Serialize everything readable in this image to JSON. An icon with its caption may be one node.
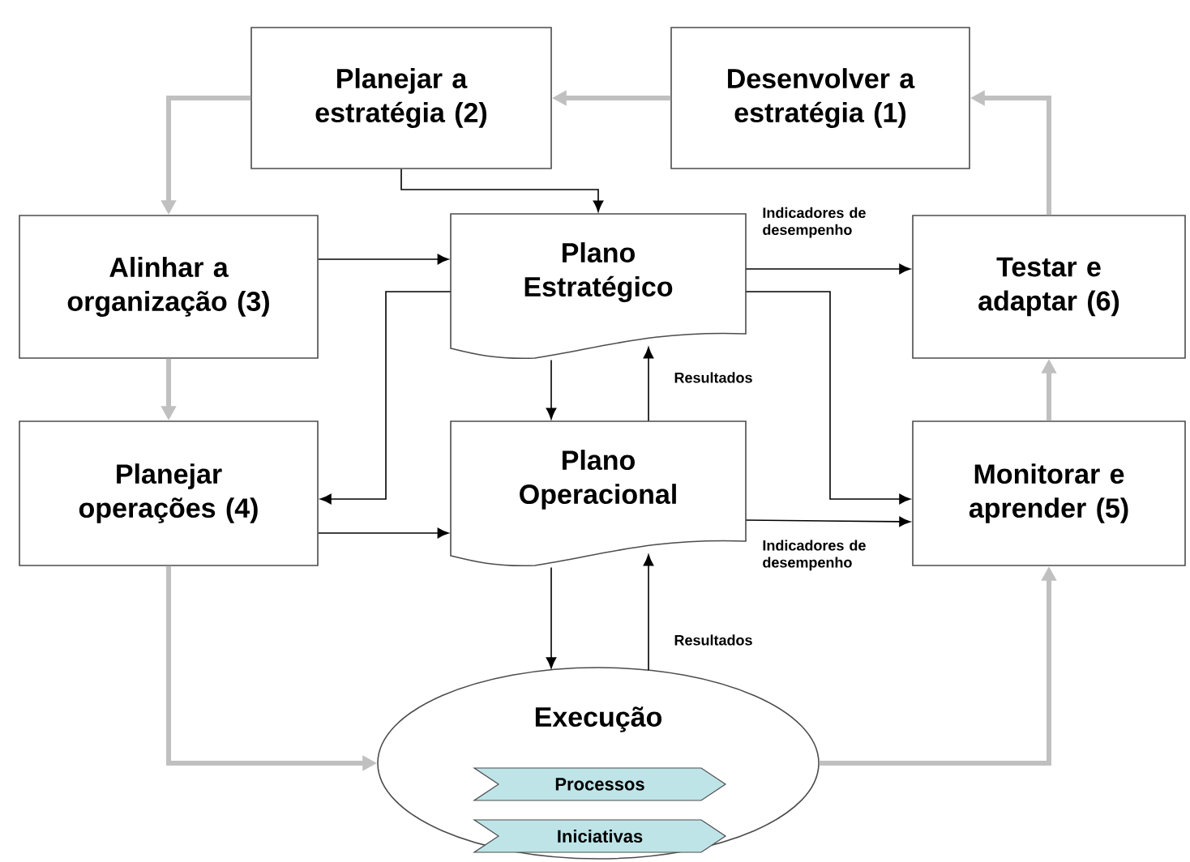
{
  "diagram": {
    "nodes": [
      {
        "text": [
          "Planejar a estratégia (2)"
        ]
      },
      {
        "text": [
          "Desenvolver a estratégia (1)"
        ]
      },
      {
        "text": [
          "Alinhar a organização (3)"
        ]
      },
      {
        "text": [
          "Plano Estratégico"
        ]
      },
      {
        "text": [
          "Testar e adaptar (6)"
        ]
      },
      {
        "text": [
          "Planejar operações (4)"
        ]
      },
      {
        "text": [
          "Plano Operacional"
        ]
      },
      {
        "text": [
          "Monitorar e aprender (5)"
        ]
      },
      {
        "text": [
          "Execução"
        ]
      },
      {
        "text": [
          "Processos"
        ],
        "in": 8
      },
      {
        "text": [
          "Iniciativas"
        ],
        "in": 8
      }
    ],
    "edges": [
      {
        "from": 1,
        "to": 0,
        "arrow": "to",
        "style": "thick",
        "color": "#c0c0c0"
      },
      {
        "from": 0,
        "to": 2,
        "arrow": "to",
        "style": "thick",
        "color": "#c0c0c0"
      },
      {
        "from": 2,
        "to": 5,
        "arrow": "to",
        "style": "thick",
        "color": "#c0c0c0"
      },
      {
        "from": 5,
        "to": 8,
        "arrow": "to",
        "style": "thick",
        "color": "#c0c0c0"
      },
      {
        "from": 8,
        "to": 7,
        "arrow": "to",
        "style": "thick",
        "color": "#c0c0c0"
      },
      {
        "from": 7,
        "to": 4,
        "arrow": "to",
        "style": "thick",
        "color": "#c0c0c0"
      },
      {
        "from": 4,
        "to": 1,
        "arrow": "to",
        "style": "thick",
        "color": "#c0c0c0"
      },
      {
        "from": 0,
        "to": 3,
        "arrow": "to"
      },
      {
        "from": 2,
        "to": 3,
        "arrow": "to"
      },
      {
        "from": 3,
        "to": 4,
        "arrow": "to",
        "label": "Indicadores de desempenho"
      },
      {
        "from": 3,
        "to": 5,
        "arrow": "to"
      },
      {
        "from": 3,
        "to": 7,
        "arrow": "to"
      },
      {
        "from": 3,
        "to": 6,
        "arrow": "to"
      },
      {
        "from": 6,
        "to": 3,
        "arrow": "to",
        "label": "Resultados"
      },
      {
        "from": 5,
        "to": 6,
        "arrow": "to"
      },
      {
        "from": 6,
        "to": 7,
        "arrow": "to",
        "label": "Indicadores de desempenho"
      },
      {
        "from": 6,
        "to": 8,
        "arrow": "to"
      },
      {
        "from": 8,
        "to": 6,
        "arrow": "to",
        "label": "Resultados"
      }
    ]
  }
}
